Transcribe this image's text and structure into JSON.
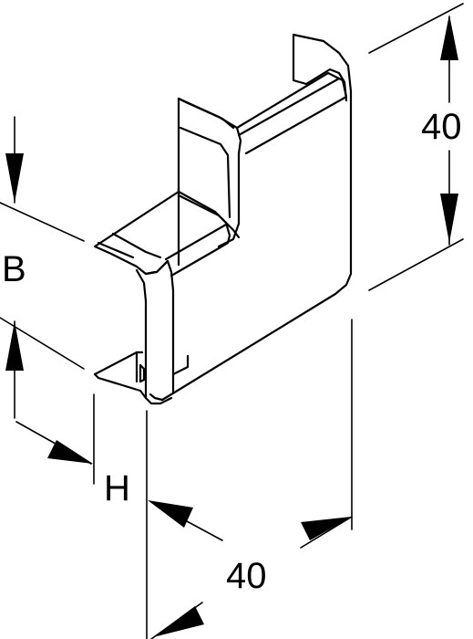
{
  "diagram": {
    "dimensions": {
      "height_top": "40",
      "width_bottom": "40",
      "side_b": "B",
      "side_h": "H"
    },
    "colors": {
      "line": "#000000",
      "background": "#ffffff"
    }
  }
}
